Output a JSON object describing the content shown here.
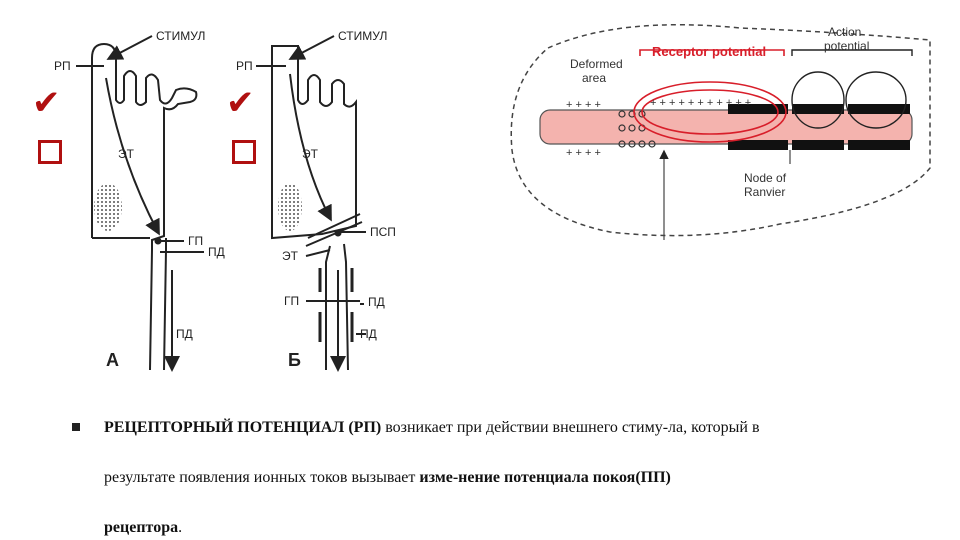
{
  "markers": {
    "check_glyph": "✔",
    "color": "#b01010"
  },
  "diagram_a": {
    "panel_label": "А",
    "label_rp": "РП",
    "label_stimul": "СТИМУЛ",
    "label_et": "ЭТ",
    "label_gp": "ГП",
    "label_pd": "ПД",
    "label_pd_axon": "ПД"
  },
  "diagram_b": {
    "panel_label": "Б",
    "label_rp": "РП",
    "label_stimul": "СТИМУЛ",
    "label_et": "ЭТ",
    "label_psp": "ПСП",
    "label_et2": "ЭТ",
    "label_gp": "ГП",
    "label_pd": "ПД",
    "label_pd_axon": "ПД"
  },
  "diagram_c": {
    "label_action_potential_1": "Action",
    "label_action_potential_2": "potential",
    "label_receptor_potential": "Receptor potential",
    "label_deformed_1": "Deformed",
    "label_deformed_2": "area",
    "label_node_1": "Node of",
    "label_node_2": "Ranvier",
    "plus_top": "+ + + +",
    "plus_mid": "+ + + + + + + + + + +",
    "plus_bottom": "+ + + +",
    "accent": "#d81e2a"
  },
  "text": {
    "line1_bold": "РЕЦЕПТОРНЫЙ ПОТЕНЦИАЛ (РП)",
    "line1_rest": " возникает при действии внешнего стиму-ла, который в",
    "line2_plain": "результате появления ионных токов вызывает ",
    "line2_bold": "изме-нение потенциала покоя(ПП)",
    "line3_bold": "рецептора",
    "line3_rest": "."
  }
}
